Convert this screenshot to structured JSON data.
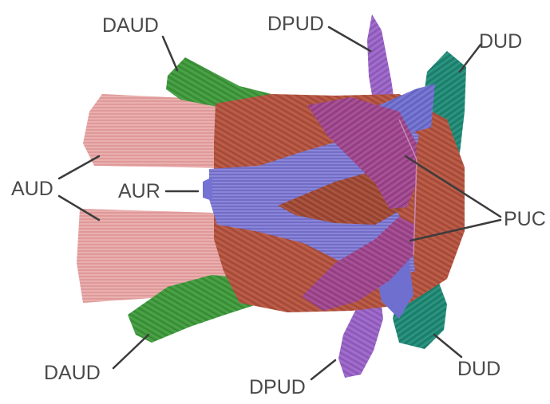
{
  "labels": {
    "daud_top": "DAUD",
    "dpud_top": "DPUD",
    "dud_top": "DUD",
    "aud": "AUD",
    "aur": "AUR",
    "puc": "PUC",
    "daud_bottom": "DAUD",
    "dpud_bottom": "DPUD",
    "dud_bottom": "DUD"
  },
  "colors": {
    "label_text": "#4a4a4a",
    "leader_line": "#3c3c3c",
    "aud": "#e8a0a0",
    "daud": "#3f9a3c",
    "dpud": "#9a63c8",
    "dud": "#1f8a76",
    "aur": "#7070d0",
    "puc": "#a34a8c",
    "core": "#b5533f"
  }
}
